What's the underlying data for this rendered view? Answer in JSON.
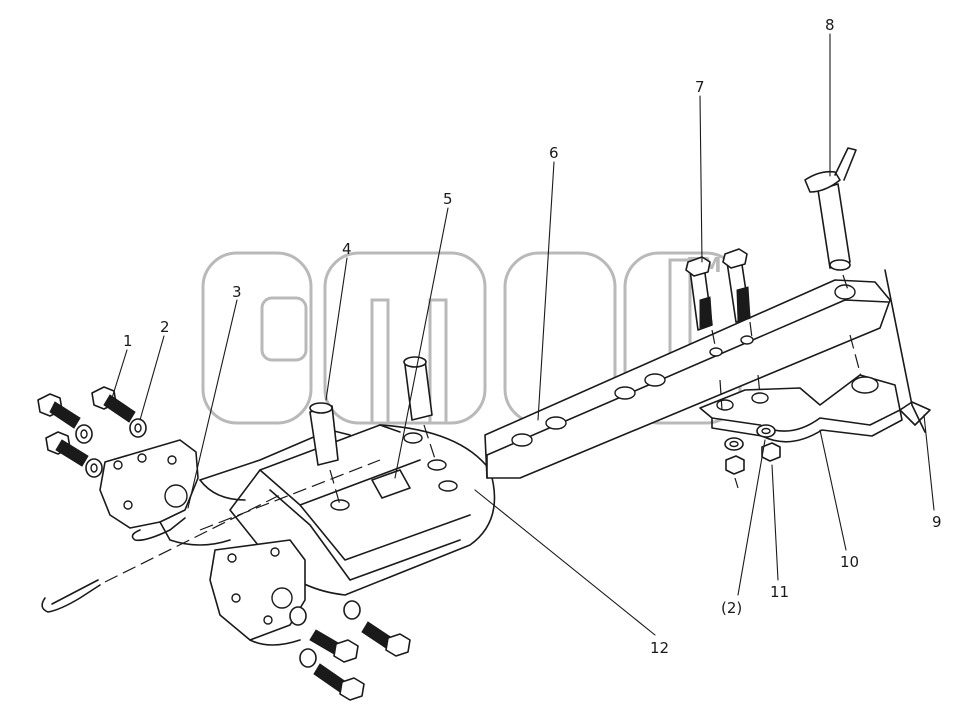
{
  "diagram": {
    "labels": {
      "p1": "1",
      "p2": "2",
      "p3": "3",
      "p4": "4",
      "p5": "5",
      "p6": "6",
      "p7": "7",
      "p8": "8",
      "p9": "9",
      "p10": "10",
      "p11": "11",
      "p12": "12",
      "p2ref": "(2)"
    },
    "watermark": {
      "text": "TM"
    }
  }
}
